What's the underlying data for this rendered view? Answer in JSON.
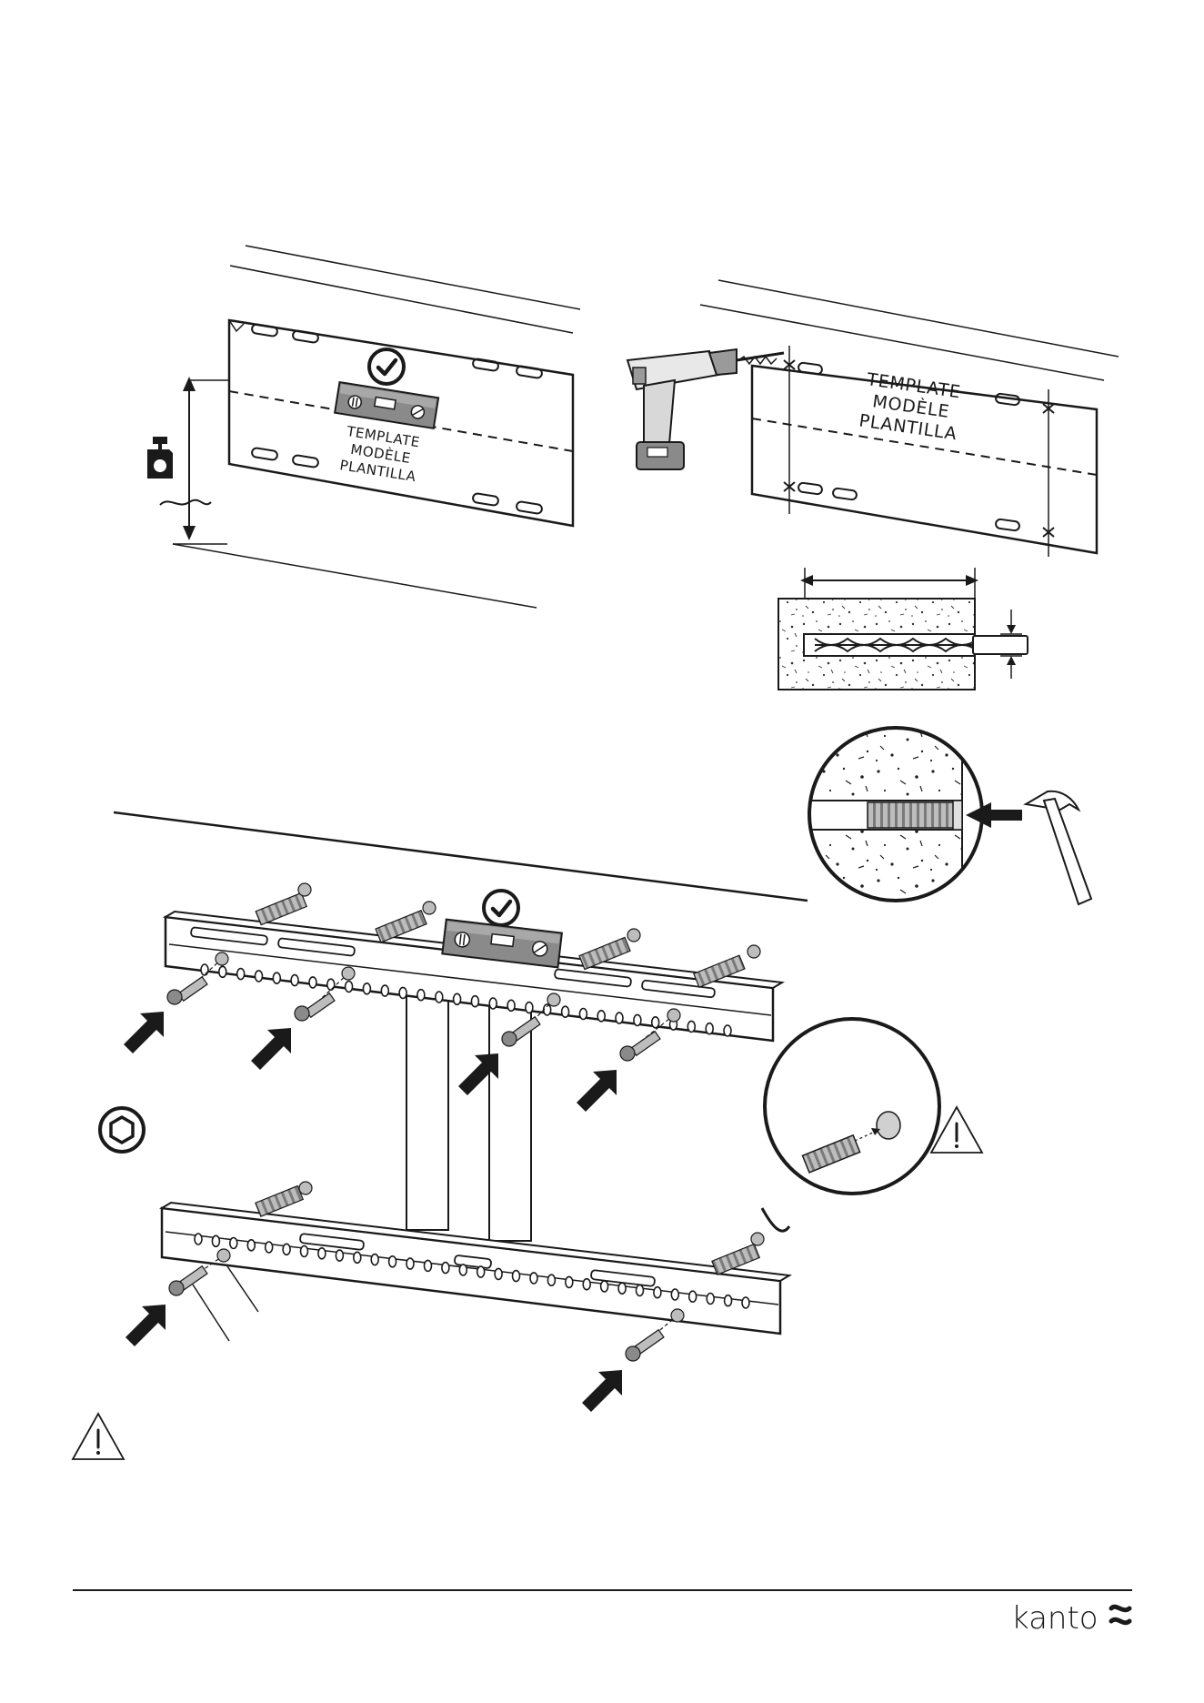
{
  "template_left": {
    "line1": "TEMPLATE",
    "line2": "MODÈLE",
    "line3": "PLANTILLA"
  },
  "template_right": {
    "line1": "TEMPLATE",
    "line2": "MODÈLE",
    "line3": "PLANTILLA"
  },
  "brand": {
    "name": "kanto"
  },
  "icons": {
    "check": "checkmark-circle-icon",
    "level": "spirit-level-icon",
    "tape": "tape-measure-icon",
    "drill": "power-drill-icon",
    "hammer": "hammer-icon",
    "hex": "hex-socket-icon",
    "warning": "warning-triangle-icon"
  }
}
